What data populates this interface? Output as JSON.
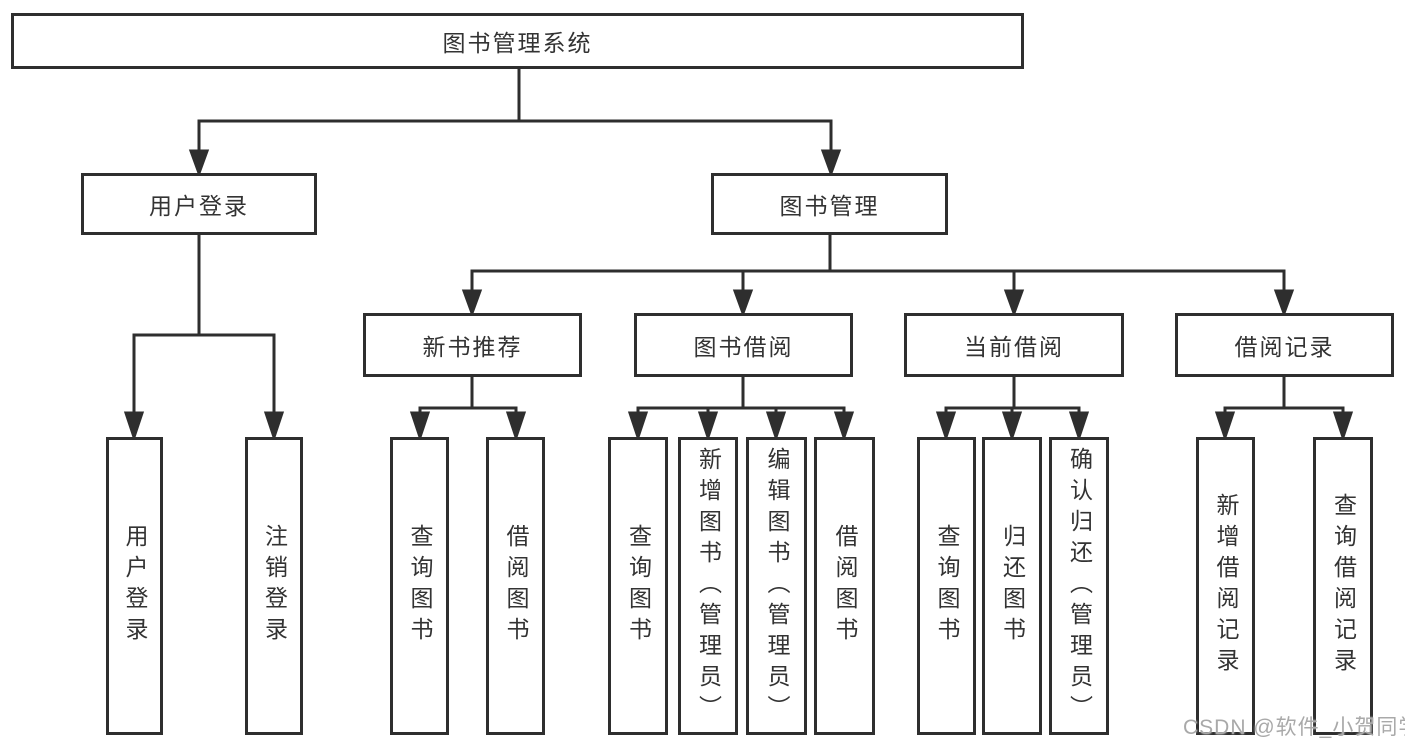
{
  "diagram_title": "图书管理系统",
  "nodes": {
    "root": "图书管理系统",
    "user_login": "用户登录",
    "book_mgmt": "图书管理",
    "new_book_rec": "新书推荐",
    "book_borrow": "图书借阅",
    "current_borrow": "当前借阅",
    "borrow_record": "借阅记录",
    "leaf_user_login": "用户登录",
    "leaf_logout": "注销登录",
    "leaf_nb_query": "查询图书",
    "leaf_nb_borrow": "借阅图书",
    "leaf_bb_query": "查询图书",
    "leaf_bb_add": "新增图书（管理员）",
    "leaf_bb_edit": "编辑图书（管理员）",
    "leaf_bb_borrow": "借阅图书",
    "leaf_cb_query": "查询图书",
    "leaf_cb_return": "归还图书",
    "leaf_cb_confirm": "确认归还（管理员）",
    "leaf_br_add": "新增借阅记录",
    "leaf_br_query": "查询借阅记录"
  },
  "tree": {
    "label": "图书管理系统",
    "children": [
      {
        "label": "用户登录",
        "children": [
          {
            "label": "用户登录"
          },
          {
            "label": "注销登录"
          }
        ]
      },
      {
        "label": "图书管理",
        "children": [
          {
            "label": "新书推荐",
            "children": [
              {
                "label": "查询图书"
              },
              {
                "label": "借阅图书"
              }
            ]
          },
          {
            "label": "图书借阅",
            "children": [
              {
                "label": "查询图书"
              },
              {
                "label": "新增图书（管理员）"
              },
              {
                "label": "编辑图书（管理员）"
              },
              {
                "label": "借阅图书"
              }
            ]
          },
          {
            "label": "当前借阅",
            "children": [
              {
                "label": "查询图书"
              },
              {
                "label": "归还图书"
              },
              {
                "label": "确认归还（管理员）"
              }
            ]
          },
          {
            "label": "借阅记录",
            "children": [
              {
                "label": "新增借阅记录"
              },
              {
                "label": "查询借阅记录"
              }
            ]
          }
        ]
      }
    ]
  },
  "watermark": {
    "text": "CSDN @软件_小贺同学"
  },
  "colors": {
    "line": "#2e2e2e",
    "box_border": "#2e2e2e",
    "box_fill": "#ffffff",
    "text": "#333333",
    "watermark": "#a9a9a9",
    "background": "#ffffff"
  }
}
